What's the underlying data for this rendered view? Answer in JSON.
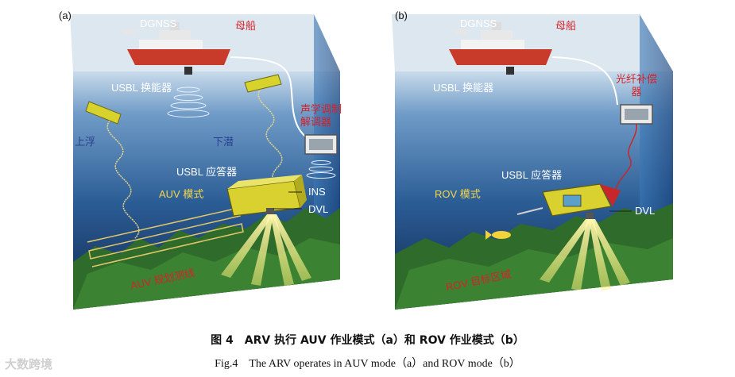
{
  "panel_a": {
    "tag": "(a)",
    "labels": {
      "dgnss": "DGNSS",
      "mother_ship": "母船",
      "usbl_transducer": "USBL 换能器",
      "acoustic_modem": "声学调制解调器",
      "float_up": "上浮",
      "dive": "下潜",
      "usbl_responder": "USBL 应答器",
      "auv_mode": "AUV 模式",
      "ins": "INS",
      "dvl": "DVL",
      "auv_planned_route": "AUV 规划测线"
    }
  },
  "panel_b": {
    "tag": "(b)",
    "labels": {
      "dgnss": "DGNSS",
      "mother_ship": "母船",
      "usbl_transducer": "USBL 换能器",
      "fiber_compensator": "光纤补偿器",
      "usbl_responder": "USBL 应答器",
      "rov_mode": "ROV 模式",
      "dvl": "DVL",
      "rov_target_area": "ROV 目标区域"
    }
  },
  "caption": {
    "cn": "图 4　ARV 执行 AUV 作业模式（a）和 ROV 作业模式（b）",
    "en": "Fig.4　The ARV operates in AUV mode（a）and ROV mode（b）"
  },
  "watermark": "大数跨境",
  "colors": {
    "sea_top": "#b7cfe2",
    "sea_bottom": "#12305d",
    "box_side": "#2f6aa8",
    "terrain": "#2f6b2a",
    "label_red": "#d3232a",
    "label_yellow": "#f3d64a",
    "label_blue": "#2a3f8f"
  }
}
